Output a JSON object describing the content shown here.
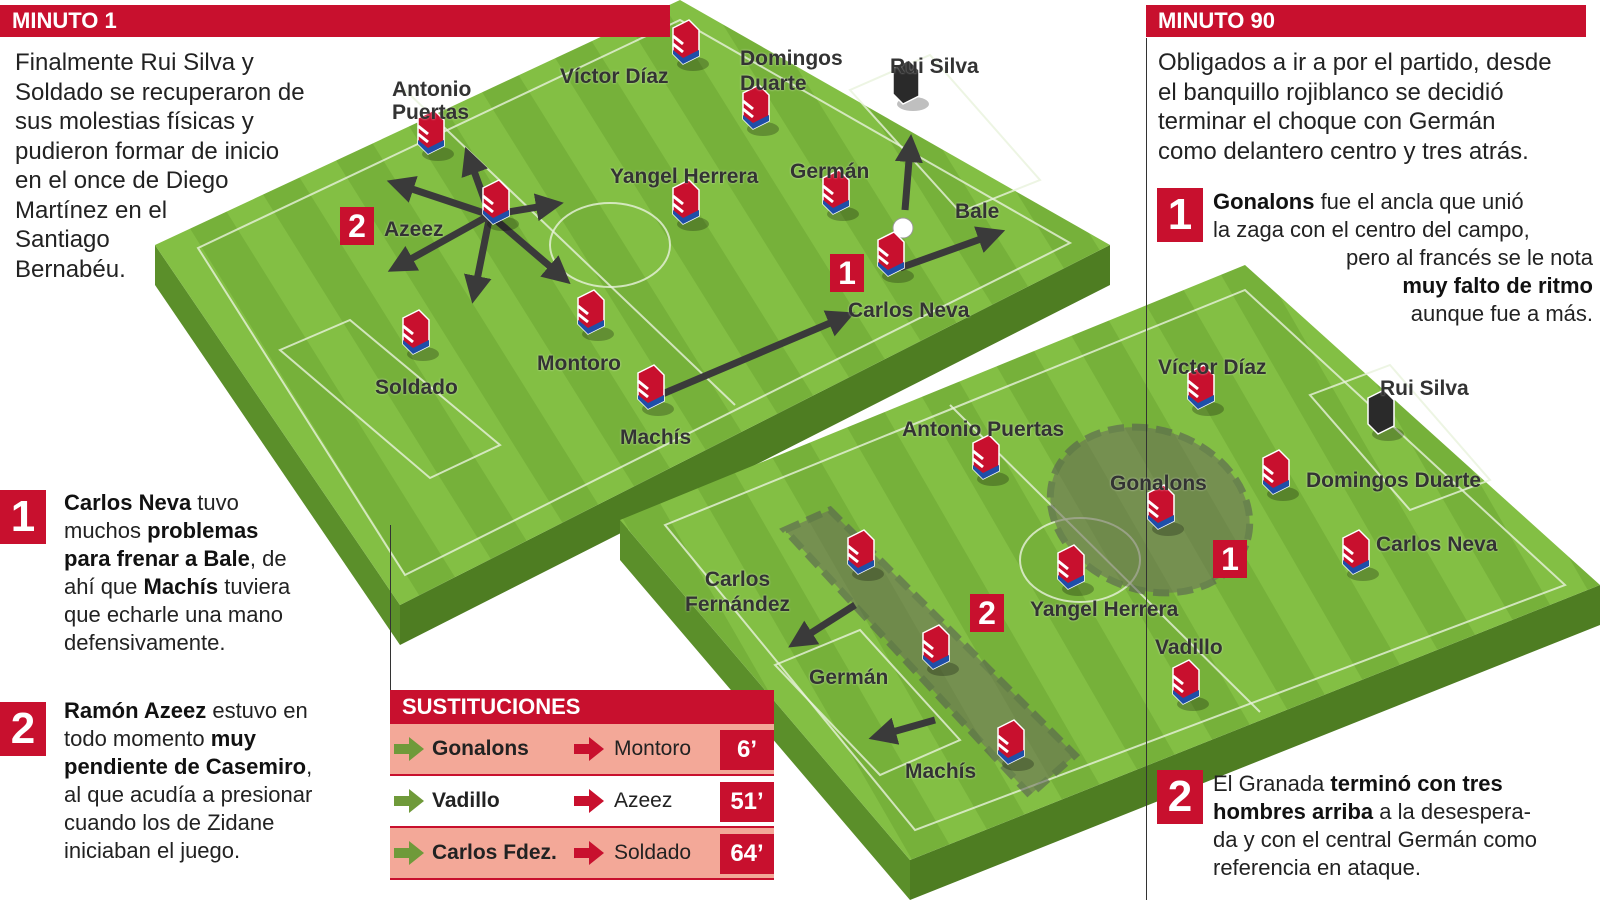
{
  "left": {
    "header": "MINUTO 1",
    "intro": "Finalmente Rui Silva y Soldado se recuperaron de sus molestias físicas y pudieron formar de inicio en el once de Diego Martínez en el Santiago Bernabéu.",
    "intro_lines": [
      "Finalmente Rui Silva y",
      "Soldado se recuperaron de",
      "sus molestias físicas y",
      "pudieron formar de inicio",
      "en el once de Diego",
      "Martínez en el",
      "Santiago",
      "Bernabéu."
    ],
    "players": {
      "antonio_puertas": "Antonio Puertas",
      "victor_diaz": "Víctor Díaz",
      "domingos_duarte": "Domingos Duarte",
      "rui_silva": "Rui Silva",
      "azeez": "Azeez",
      "yangel_herrera": "Yangel Herrera",
      "german": "Germán",
      "bale": "Bale",
      "carlos_neva": "Carlos Neva",
      "soldado": "Soldado",
      "montoro": "Montoro",
      "machis": "Machís"
    },
    "badges": [
      "1",
      "2"
    ]
  },
  "notes_left": [
    {
      "num": "1",
      "lines": [
        "<b>Carlos Neva</b> tuvo",
        "muchos <b>problemas</b>",
        "<b>para frenar a Bale</b>, de",
        "ahí que <b>Machís</b> tuviera",
        "que echarle una mano",
        "defensivamente."
      ]
    },
    {
      "num": "2",
      "lines": [
        "<b>Ramón Azeez</b> estuvo en",
        "todo momento <b>muy</b>",
        "<b>pendiente de Casemiro</b>,",
        "al que acudía a presionar",
        "cuando los de Zidane",
        "iniciaban el juego."
      ]
    }
  ],
  "note1_text": [
    "Carlos Neva",
    " tuvo",
    "muchos ",
    "problemas",
    "para frenar a Bale",
    ", de",
    "ahí que ",
    "Machís",
    " tuviera",
    "que echarle una mano",
    "defensivamente."
  ],
  "note2_text": [
    "Ramón Azeez",
    " estuvo en",
    "todo momento ",
    "muy",
    "pendiente de Casemiro",
    ",",
    "al que acudía a presionar",
    "cuando los de Zidane",
    "iniciaban el juego."
  ],
  "right": {
    "header": "MINUTO 90",
    "intro_lines": [
      "Obligados a ir a por el partido, desde",
      "el banquillo rojiblanco se decidió",
      "terminar el choque con Germán",
      "como delantero centro y tres atrás."
    ],
    "note1": {
      "num": "1",
      "p1": "Gonalons",
      "p2": " fue el ancla que unió",
      "p3": "la zaga con el centro del campo,",
      "p4": "pero al francés se le nota",
      "p5": "muy falto de ritmo",
      "p6": "aunque fue a más."
    },
    "note2": {
      "num": "2",
      "p1": "El Granada ",
      "p2": "terminó con tres",
      "p3": "hombres arriba",
      "p4": " a la desespera-",
      "p5": "da y con el central Germán como",
      "p6": "referencia en ataque."
    },
    "players": {
      "victor_diaz": "Víctor Díaz",
      "rui_silva": "Rui Silva",
      "antonio_puertas": "Antonio Puertas",
      "gonalons": "Gonalons",
      "domingos_duarte": "Domingos Duarte",
      "carlos_neva": "Carlos Neva",
      "carlos_fernandez": "Carlos Fernández",
      "yangel_herrera": "Yangel Herrera",
      "vadillo": "Vadillo",
      "german": "Germán",
      "machis": "Machís"
    },
    "badges": [
      "1",
      "2"
    ]
  },
  "subs": {
    "header": "SUSTITUCIONES",
    "rows": [
      {
        "in": "Gonalons",
        "out": "Montoro",
        "minute": "6’"
      },
      {
        "in": "Vadillo",
        "out": "Azeez",
        "minute": "51’"
      },
      {
        "in": "Carlos Fdez.",
        "out": "Soldado",
        "minute": "64’"
      }
    ]
  },
  "colors": {
    "accent": "#c8102e",
    "pitch": "#7cb83e",
    "sub_row": "#f3a898"
  }
}
